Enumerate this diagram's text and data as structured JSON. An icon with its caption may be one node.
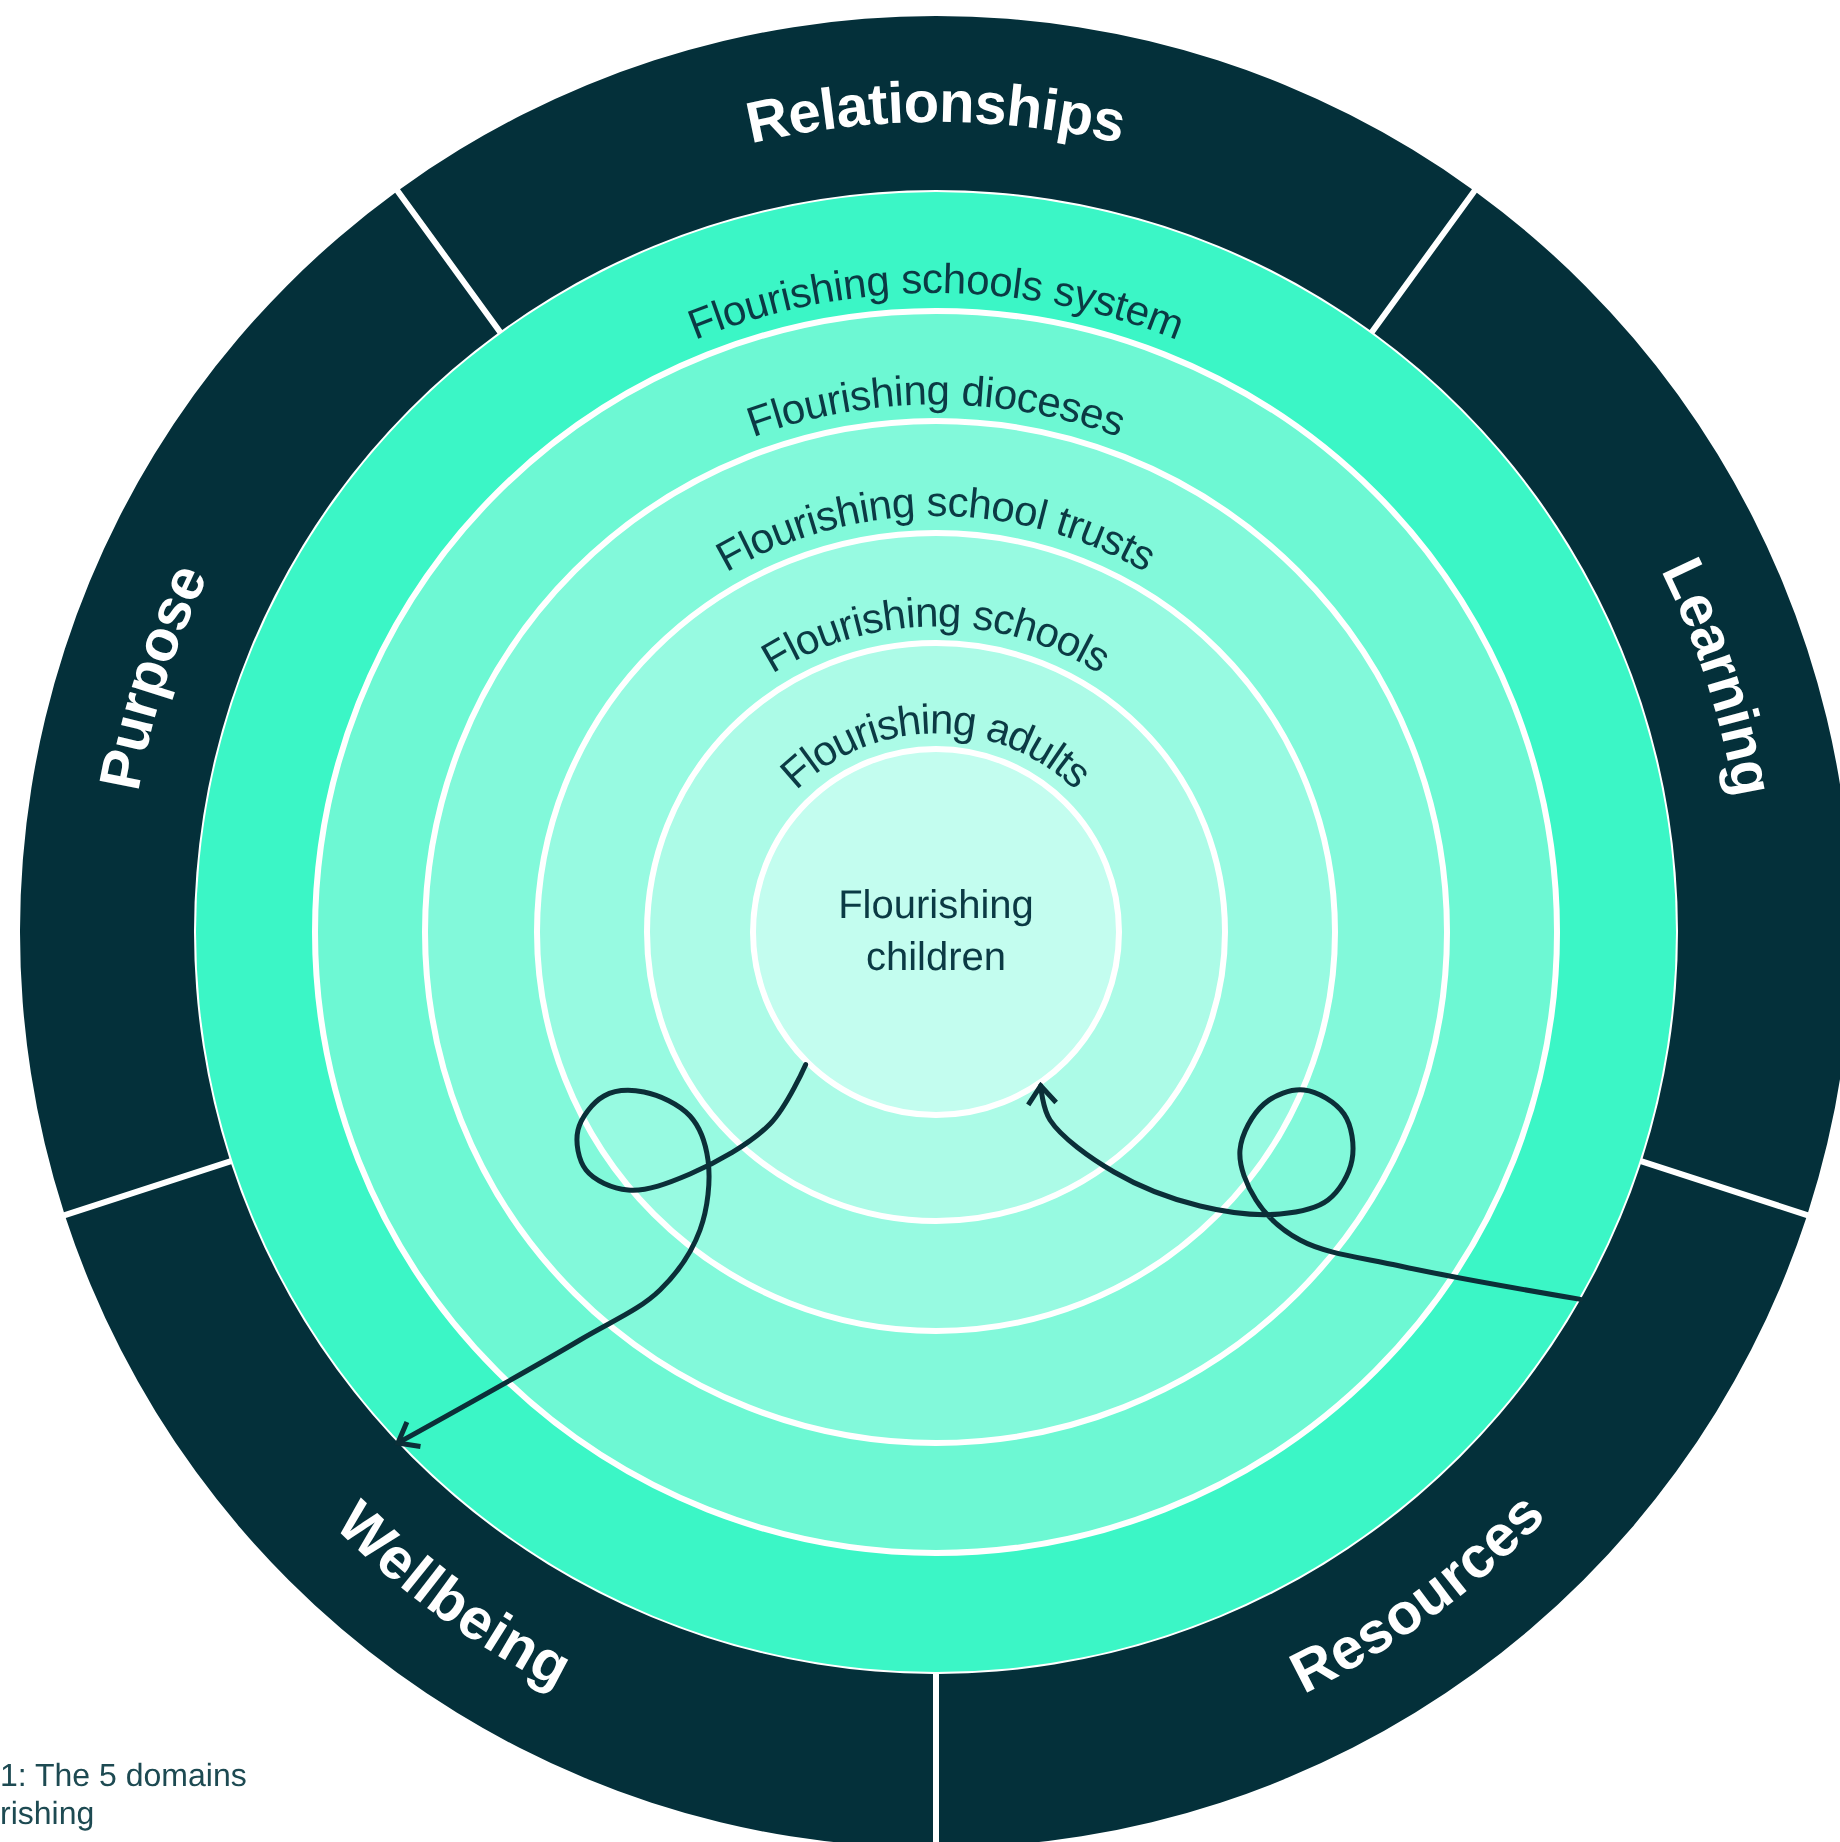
{
  "diagram": {
    "caption": "1: The 5 domains rishing",
    "nodes": [
      {
        "text": [
          "Relationships"
        ]
      },
      {
        "text": [
          "Purpose"
        ]
      },
      {
        "text": [
          "Learning"
        ]
      },
      {
        "text": [
          "Wellbeing"
        ]
      },
      {
        "text": [
          "Resources"
        ]
      },
      {
        "text": [
          "Flourishing schools system"
        ]
      },
      {
        "text": [
          "Flourishing dioceses"
        ],
        "in": 5
      },
      {
        "text": [
          "Flourishing school trusts"
        ],
        "in": 6
      },
      {
        "text": [
          "Flourishing schools"
        ],
        "in": 7
      },
      {
        "text": [
          "Flourishing adults"
        ],
        "in": 8
      },
      {
        "text": [
          "Flourishing children"
        ],
        "in": 9
      }
    ],
    "edges": [
      {
        "from": 10,
        "to": 3,
        "arrow": "to"
      },
      {
        "from": 4,
        "to": 10,
        "arrow": "to"
      }
    ]
  }
}
